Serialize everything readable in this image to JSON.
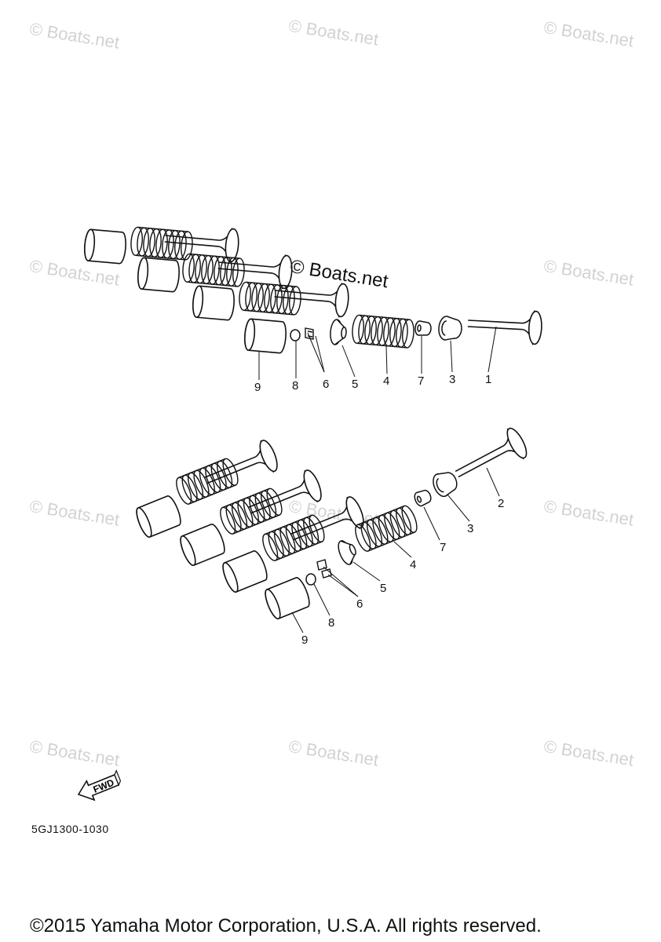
{
  "watermark": "© Boats.net",
  "main_watermark": "© Boats.net",
  "upper_callouts": [
    "9",
    "8",
    "6",
    "5",
    "4",
    "7",
    "3",
    "1"
  ],
  "lower_callouts": [
    "2",
    "3",
    "7",
    "4",
    "5",
    "6",
    "8",
    "9"
  ],
  "fwd_label": "FWD",
  "part_code": "5GJ1300-1030",
  "copyright": "©2015 Yamaha Motor Corporation, U.S.A. All rights reserved."
}
